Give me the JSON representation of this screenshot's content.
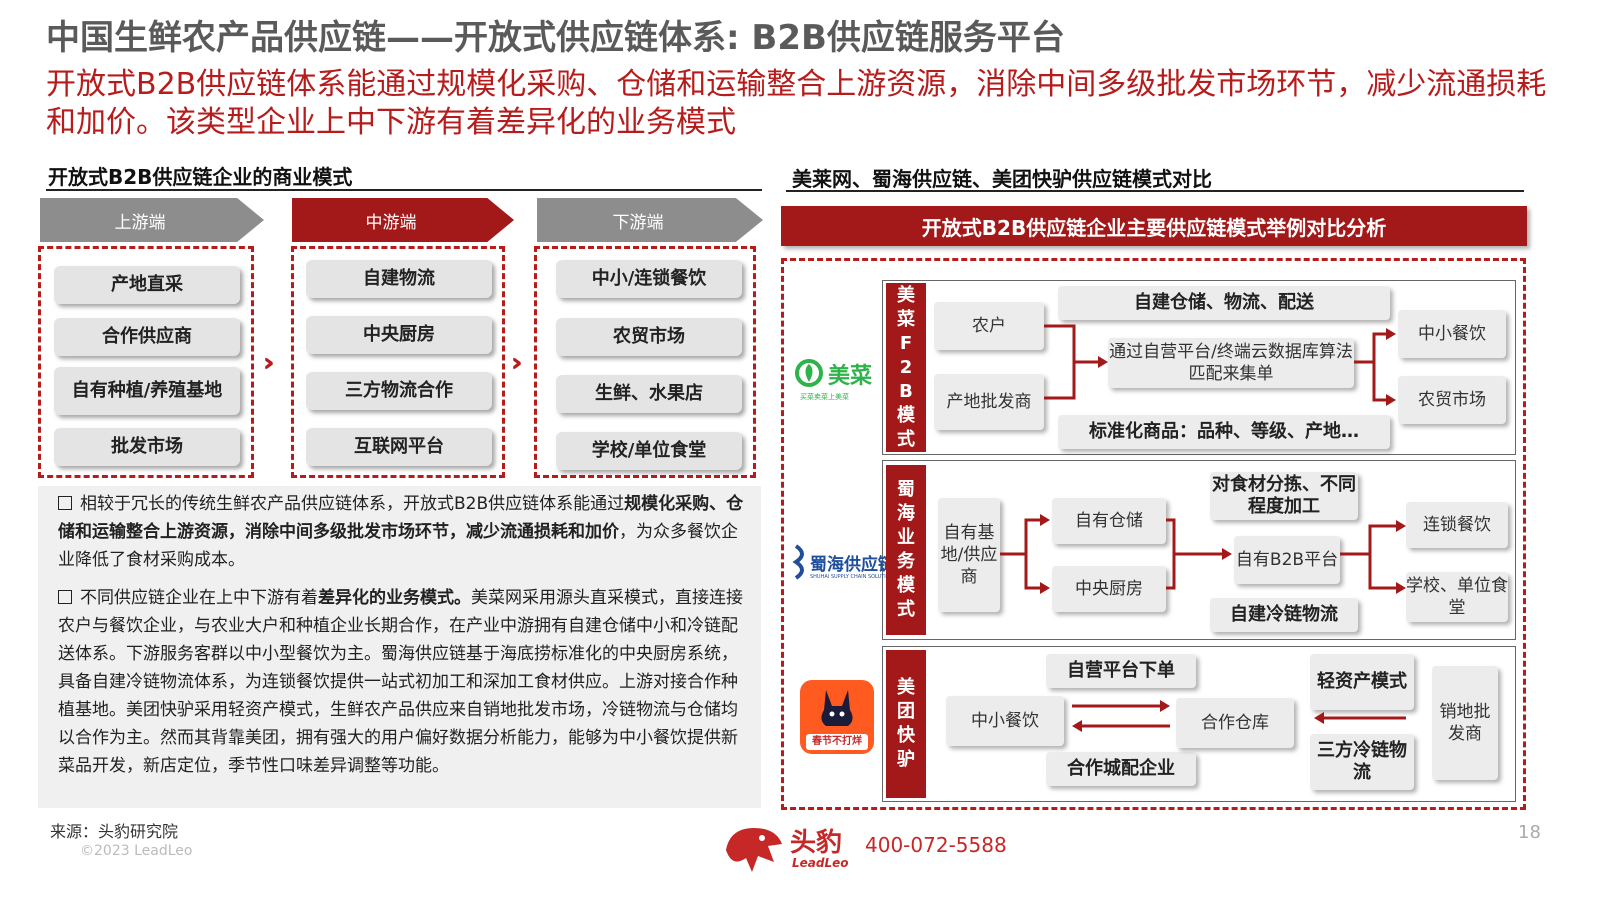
{
  "title": "中国生鲜农产品供应链——开放式供应链体系: B2B供应链服务平台",
  "summary": "开放式B2B供应链体系能通过规模化采购、仓储和运输整合上游资源，消除中间多级批发市场环节，减少流通损耗和加价。该类型企业上中下游有着差异化的业务模式",
  "left_section": {
    "title": "开放式B2B供应链企业的商业模式",
    "columns": [
      {
        "header": "上游端",
        "items": [
          "产地直采",
          "合作供应商",
          "自有种植/养殖基地",
          "批发市场"
        ]
      },
      {
        "header": "中游端",
        "items": [
          "自建物流",
          "中央厨房",
          "三方物流合作",
          "互联网平台"
        ]
      },
      {
        "header": "下游端",
        "items": [
          "中小/连锁餐饮",
          "农贸市场",
          "生鲜、水果店",
          "学校/单位食堂"
        ]
      }
    ],
    "paragraph1": {
      "p1": "相较于冗长的传统生鲜农产品供应链体系，开放式B2B供应链体系能通过",
      "b1": "规模化采购、仓储和运输整合上游资源，消除中间多级批发市场环节，减少流通损耗和加价",
      "p2": "，为众多餐饮企业降低了食材采购成本。"
    },
    "paragraph2": {
      "p1": "不同供应链企业在上中下游有着",
      "b1": "差异化的业务模式。",
      "p2": "美菜网采用源头直采模式，直接连接农户与餐饮企业，与农业大户和种植企业长期合作，在产业中游拥有自建仓储中小和冷链配送体系。下游服务客群以中小型餐饮为主。蜀海供应链基于海底捞标准化的中央厨房系统，具备自建冷链物流体系，为连锁餐饮提供一站式初加工和深加工食材供应。上游对接合作种植基地。美团快驴采用轻资产模式，生鲜农产品供应来自销地批发市场，冷链物流与仓储均以合作为主。然而其背靠美团，拥有强大的用户偏好数据分析能力，能够为中小餐饮提供新菜品开发，新店定位，季节性口味差异调整等功能。"
    }
  },
  "right_section": {
    "title": "美莱网、蜀海供应链、美团快驴供应链模式对比",
    "banner": "开放式B2B供应链企业主要供应链模式举例对比分析",
    "meicai": {
      "logo_text": "美菜",
      "logo_sub": "买菜卖菜上美菜",
      "label_chars": [
        "美",
        "菜",
        "F",
        "2",
        "B",
        "模",
        "式"
      ],
      "sources": [
        "农户",
        "产地批发商"
      ],
      "top_bar": "自建仓储、物流、配送",
      "center": "通过自营平台/终端云数据库算法匹配来集单",
      "bottom_bar": "标准化商品：品种、等级、产地…",
      "targets": [
        "中小餐饮",
        "农贸市场"
      ]
    },
    "shuhai": {
      "logo_text": "蜀海供应链",
      "logo_sub": "SHUHAI SUPPLY CHAIN SOLUTIONS",
      "label_chars": [
        "蜀",
        "海",
        "业",
        "务",
        "模",
        "式"
      ],
      "source": "自有基地/供应商",
      "mid": [
        "自有仓储",
        "中央厨房"
      ],
      "top_bar": "对食材分拣、不同程度加工",
      "center": "自有B2B平台",
      "bottom_bar": "自建冷链物流",
      "targets": [
        "连锁餐饮",
        "学校、单位食堂"
      ]
    },
    "kuailv": {
      "logo_badge": "春节不打烊",
      "label_chars": [
        "美",
        "团",
        "快",
        "驴"
      ],
      "left": "中小餐饮",
      "top_bar": "自营平台下单",
      "bottom_bar": "合作城配企业",
      "center": "合作仓库",
      "right_top": "轻资产模式",
      "right_bottom": "三方冷链物流",
      "far_right": "销地批发商"
    }
  },
  "footer": {
    "source": "来源：头豹研究院",
    "copyright": "©2023 LeadLeo",
    "brand": "头豹",
    "brand_en": "LeadLeo",
    "phone": "400-072-5588",
    "page": "18"
  },
  "colors": {
    "accent": "#a31919",
    "title_grey": "#5a5a5a",
    "summary_red": "#b71c1c",
    "card_grey": "#e4e4e4"
  }
}
